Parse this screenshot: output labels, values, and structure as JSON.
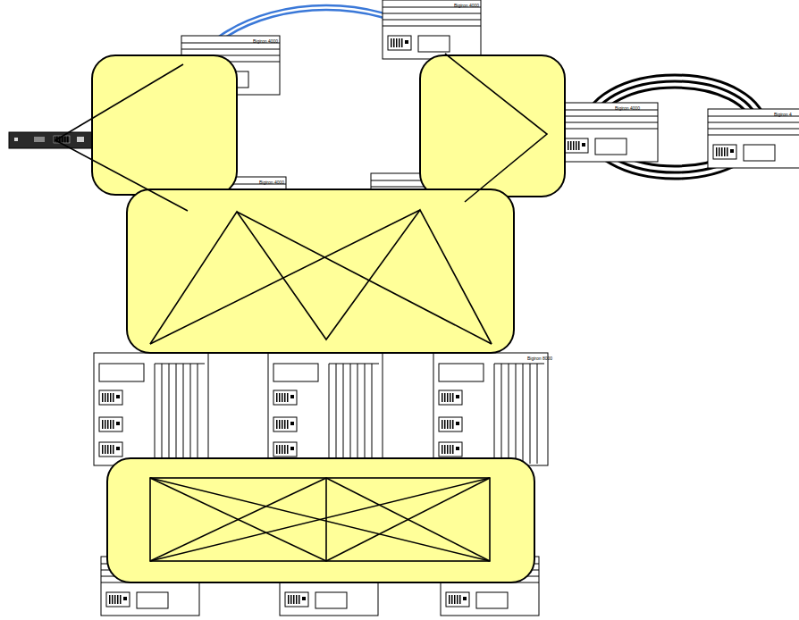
{
  "diagram": {
    "labels": [
      "Bigiron 4000",
      "Bigiron 4000",
      "Bigiron 4000",
      "Bigiron 4",
      "Bigiron 4000",
      "Bigiron 8000"
    ]
  }
}
